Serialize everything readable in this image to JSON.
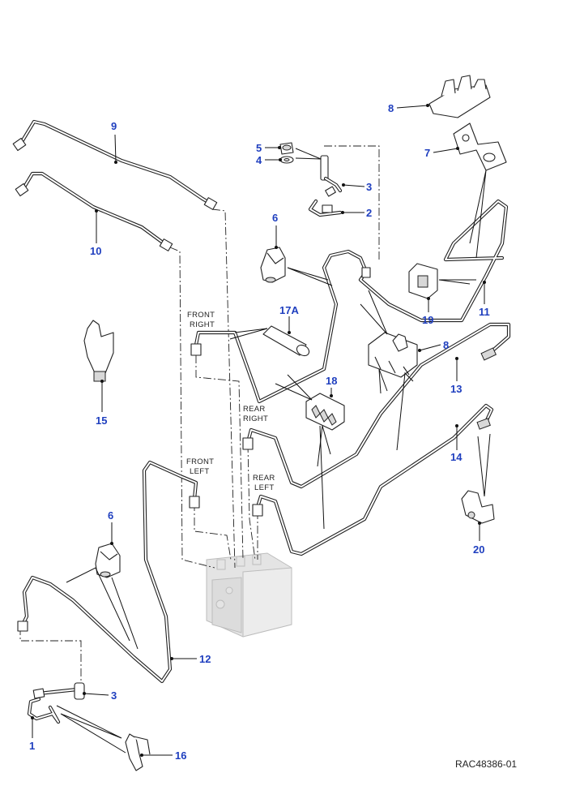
{
  "callouts": {
    "c1": "1",
    "c2": "2",
    "c3a": "3",
    "c3b": "3",
    "c4": "4",
    "c5": "5",
    "c6a": "6",
    "c6b": "6",
    "c7": "7",
    "c8a": "8",
    "c8b": "8",
    "c9": "9",
    "c10": "10",
    "c11": "11",
    "c12": "12",
    "c13": "13",
    "c14": "14",
    "c15": "15",
    "c16": "16",
    "c17a": "17A",
    "c18": "18",
    "c19": "19",
    "c20": "20"
  },
  "port_labels": {
    "front_right": [
      "FRONT",
      "RIGHT"
    ],
    "rear_right": [
      "REAR",
      "RIGHT"
    ],
    "front_left": [
      "FRONT",
      "LEFT"
    ],
    "rear_left": [
      "REAR",
      "LEFT"
    ]
  },
  "reference": "RAC48386-01",
  "colors": {
    "callout": "#1f3fbf",
    "line": "#222222",
    "hcu_unit": "#e4e4e4"
  }
}
